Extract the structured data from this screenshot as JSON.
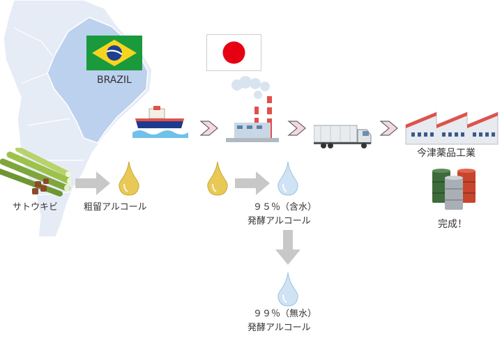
{
  "labels": {
    "brazil": "BRAZIL",
    "sugarcane": "サトウキビ",
    "crude_alcohol": "粗留アルコール",
    "alcohol95_line1": "９５％（含水）",
    "alcohol95_line2": "発酵アルコール",
    "alcohol99_line1": "９９％（無水）",
    "alcohol99_line2": "発酵アルコール",
    "company": "今津薬品工業",
    "complete": "完成！"
  },
  "flags": {
    "brazil": {
      "green": "#1a9a3c",
      "yellow": "#f7d51e",
      "blue": "#1e3f8f"
    },
    "japan": {
      "red": "#e60012"
    }
  },
  "colors": {
    "map_main": "#e6ecf6",
    "map_brazil": "#bcd1ee",
    "gold_drop": "#e9c956",
    "water_drop": "#b7d6ef",
    "arrow_gray": "#c8c8c8",
    "chevron_fill": "#f3d9df",
    "factory_roof": "#e2504a"
  },
  "icons": [
    "map-icon",
    "brazil-flag-icon",
    "japan-flag-icon",
    "ship-icon",
    "refinery-icon",
    "truck-icon",
    "warehouse-icon",
    "sugarcane-icon",
    "drum-icon",
    "drop-icon",
    "arrow-icon",
    "chevron-icon"
  ]
}
